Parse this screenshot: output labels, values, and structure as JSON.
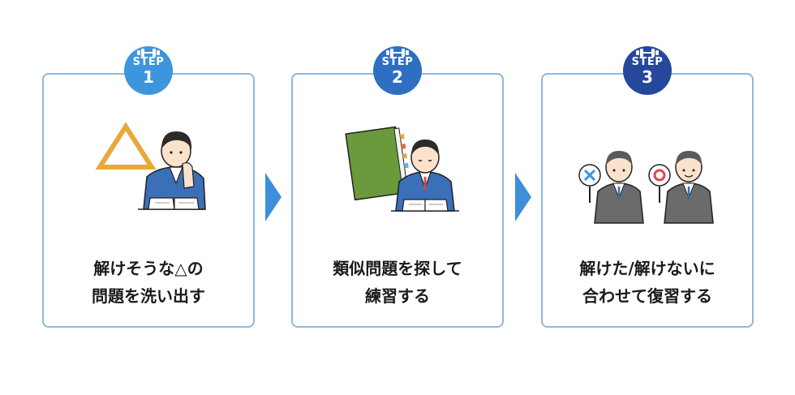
{
  "steps": [
    {
      "step_label": "STEP",
      "number": "1",
      "line1": "解けそうな△の",
      "line2": "問題を洗い出す"
    },
    {
      "step_label": "STEP",
      "number": "2",
      "line1": "類似問題を探して",
      "line2": "練習する"
    },
    {
      "step_label": "STEP",
      "number": "3",
      "line1": "解けた/解けないに",
      "line2": "合わせて復習する"
    }
  ],
  "colors": {
    "badge1": "#3d95db",
    "badge2": "#2e6fc1",
    "badge3": "#25489c",
    "border": "#8fb8de",
    "arrow": "#3d8fdc"
  }
}
